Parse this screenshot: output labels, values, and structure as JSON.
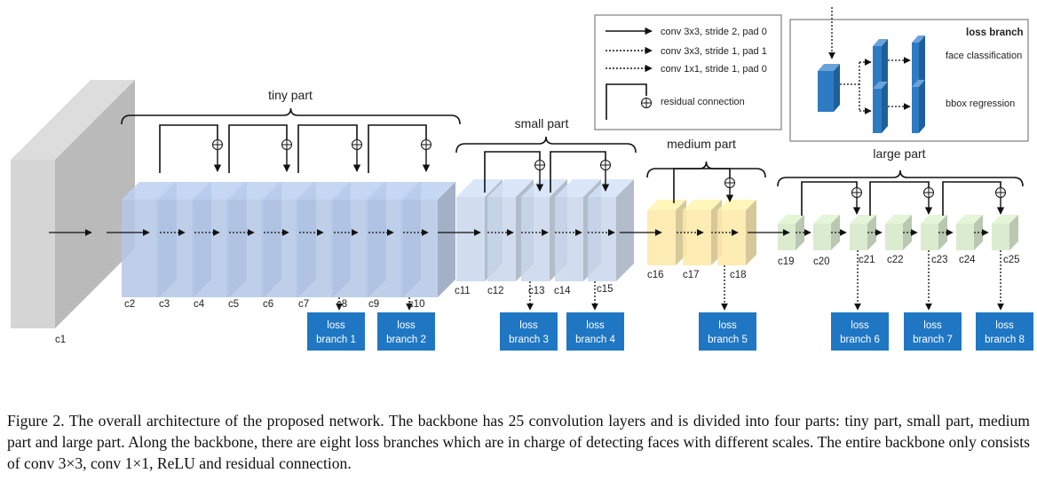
{
  "parts": {
    "tiny": "tiny  part",
    "small": "small  part",
    "medium": "medium part",
    "large": "large part"
  },
  "layers": [
    "c1",
    "c2",
    "c3",
    "c4",
    "c5",
    "c6",
    "c7",
    "c8",
    "c9",
    "c10",
    "c11",
    "c12",
    "c13",
    "c14",
    "c15",
    "c16",
    "c17",
    "c18",
    "c19",
    "c20",
    "c21",
    "c22",
    "c23",
    "c24",
    "c25"
  ],
  "loss_branches": [
    [
      "loss",
      "branch 1"
    ],
    [
      "loss",
      "branch 2"
    ],
    [
      "loss",
      "branch 3"
    ],
    [
      "loss",
      "branch 4"
    ],
    [
      "loss",
      "branch 5"
    ],
    [
      "loss",
      "branch 6"
    ],
    [
      "loss",
      "branch 7"
    ],
    [
      "loss",
      "branch 8"
    ]
  ],
  "legend": {
    "conv_stride2": "conv 3x3, stride 2, pad 0",
    "conv3_stride1": "conv 3x3, stride 1, pad 1",
    "conv1_stride1": "conv 1x1, stride 1, pad 0",
    "residual": "residual connection"
  },
  "loss_branch_detail": {
    "title": "loss branch",
    "face_classification": "face classification",
    "bbox_regression": "bbox regression"
  },
  "caption": "Figure 2. The overall architecture of the proposed network.  The backbone has 25 convolution layers and is divided into four parts:  tiny part, small part, medium part and large part. Along the backbone, there are eight loss branches which are in charge of detecting faces with different scales. The entire backbone only consists of conv 3×3, conv 1×1, ReLU and residual connection.",
  "colors": {
    "input": "#c8c8c8",
    "tiny": "#b4c7e7",
    "small": "#c9d8ec",
    "medium": "#fde9a6",
    "large": "#d5e8c8",
    "loss_box": "#1f77c4"
  }
}
